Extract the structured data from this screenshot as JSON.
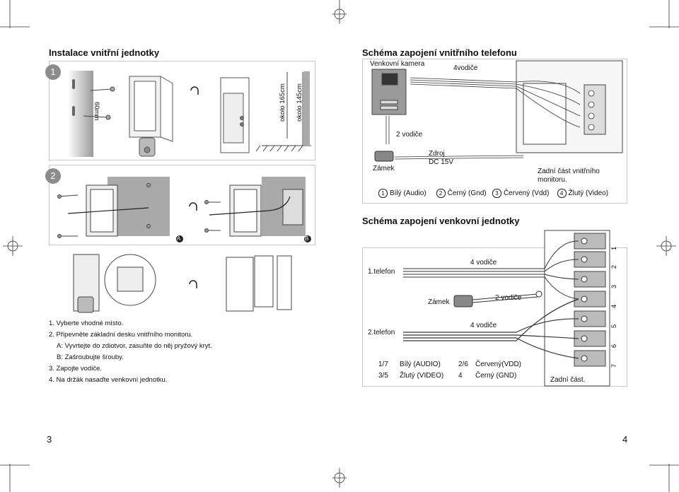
{
  "left": {
    "title": "Instalace vnitřní jednotky",
    "step1_badge": "1",
    "step2_badge": "2",
    "dim_60mm": "60mm",
    "height_165": "okolo 165cm",
    "height_145": "okolo 145cm",
    "variant_a": "A",
    "variant_b": "B",
    "instructions": [
      "1. Vyberte vhodné místo.",
      "2. Připevněte základní desku vnitřního monitoru.",
      "A: Vyvrtejte do zdiotvor, zasuňte do něj pryžový kryt.",
      "B: Zašroubujte šrouby.",
      "3. Zapojte vodiče.",
      "4. Na držák nasaďte venkovní jednotku."
    ],
    "page_number": "3"
  },
  "right": {
    "phone_title": "Schéma zapojení vnitřního telefonu",
    "outdoor_camera": "Venkovní kamera",
    "four_wires_top": "4vodiče",
    "two_wires_top": "2 vodiče",
    "lock_top": "Zámek",
    "power_line1": "Zdroj",
    "power_line2": "DC 15V",
    "back_monitor_line1": "Zadní část vnitřního",
    "back_monitor_line2": "monitoru.",
    "legend_top": [
      {
        "num": "1",
        "text": "Bílý (Audio)"
      },
      {
        "num": "2",
        "text": "Černý (Gnd)"
      },
      {
        "num": "3",
        "text": "Červený (Vdd)"
      },
      {
        "num": "4",
        "text": "Žlutý (Video)"
      }
    ],
    "outdoor_title": "Schéma zapojení venkovní jednotky",
    "telefon1": "1.telefon",
    "telefon2": "2.telefon",
    "four_wires_1": "4 vodiče",
    "four_wires_2": "4 vodiče",
    "lock_bottom": "Zámek",
    "two_wires_bottom": "2 vodiče",
    "terminal_numbers": [
      "1",
      "2",
      "3",
      "4",
      "5",
      "6",
      "7"
    ],
    "legend_bottom": [
      {
        "nums": "1/7",
        "text": "Bílý (AUDIO)"
      },
      {
        "nums": "2/6",
        "text": "Červený(VDD)"
      },
      {
        "nums": "3/5",
        "text": "Žlutý (VIDEO)"
      },
      {
        "nums": "4",
        "text": "Černý (GND)"
      }
    ],
    "back_part": "Zadní část.",
    "page_number": "4"
  },
  "colors": {
    "panel_border": "#c8c8c8",
    "badge": "#8c8c8c",
    "wall_gray": "#a9a9a9",
    "device_gray": "#777777"
  }
}
